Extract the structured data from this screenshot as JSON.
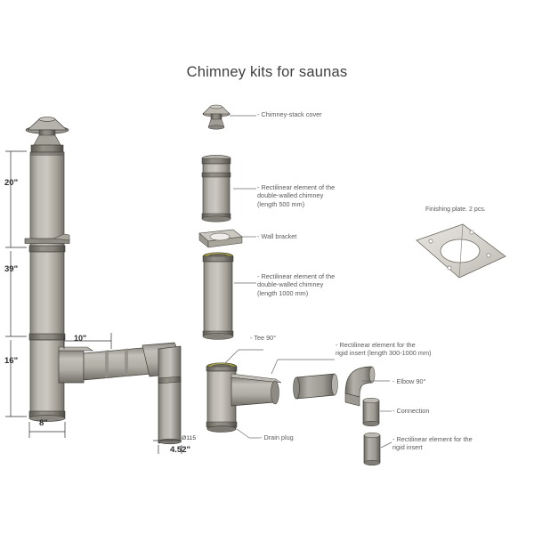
{
  "page": {
    "title": "Chimney kits for saunas",
    "background_color": "#ffffff"
  },
  "colors": {
    "metal_light": "#cfccc6",
    "metal_mid": "#a8a49c",
    "metal_dark": "#7d7a74",
    "metal_darkest": "#5d5a55",
    "gasket": "#b5b24e",
    "gasket_dark": "#8d8a38",
    "line": "#3a3a3a",
    "text": "#5a5a5a",
    "dim_text": "#2b2b2b"
  },
  "labels": {
    "chimney_stack_cover": "- Chimney-stack cover",
    "rect_500": "- Rectilinear element of the\ndouble-walled chimney\n(length 500 mm)",
    "wall_bracket": "- Wall bracket",
    "rect_1000": "- Rectilinear element of the\ndouble-walled chimney\n(length 1000 mm)",
    "tee_90": "- Tee 90°",
    "rigid_insert_300_1000": "- Rectilinear element for the\nrigid insert (length 300-1000 mm)",
    "elbow_90": "- Elbow 90°",
    "connection": "- Connection",
    "rigid_insert": "- Rectilinear element for the\nrigid insert",
    "drain_plug": "- Drain plug",
    "finishing_plate": "Finishing plate. 2 pcs."
  },
  "dimensions": {
    "height_top": "20\"",
    "height_middle": "39\"",
    "height_bottom": "16\"",
    "width_base": "8\"",
    "offset_horizontal": "10\"",
    "diameter_metric": "Ø115",
    "diameter_inches": "4.52\""
  },
  "parts": [
    {
      "name": "chimney-stack-cover",
      "label_key": "chimney_stack_cover"
    },
    {
      "name": "double-walled-chimney-500mm",
      "label_key": "rect_500"
    },
    {
      "name": "wall-bracket",
      "label_key": "wall_bracket"
    },
    {
      "name": "double-walled-chimney-1000mm",
      "label_key": "rect_1000"
    },
    {
      "name": "tee-90",
      "label_key": "tee_90"
    },
    {
      "name": "rigid-insert-300-1000mm",
      "label_key": "rigid_insert_300_1000"
    },
    {
      "name": "elbow-90",
      "label_key": "elbow_90"
    },
    {
      "name": "connection",
      "label_key": "connection"
    },
    {
      "name": "rigid-insert",
      "label_key": "rigid_insert"
    },
    {
      "name": "drain-plug",
      "label_key": "drain_plug"
    },
    {
      "name": "finishing-plate",
      "label_key": "finishing_plate"
    }
  ]
}
